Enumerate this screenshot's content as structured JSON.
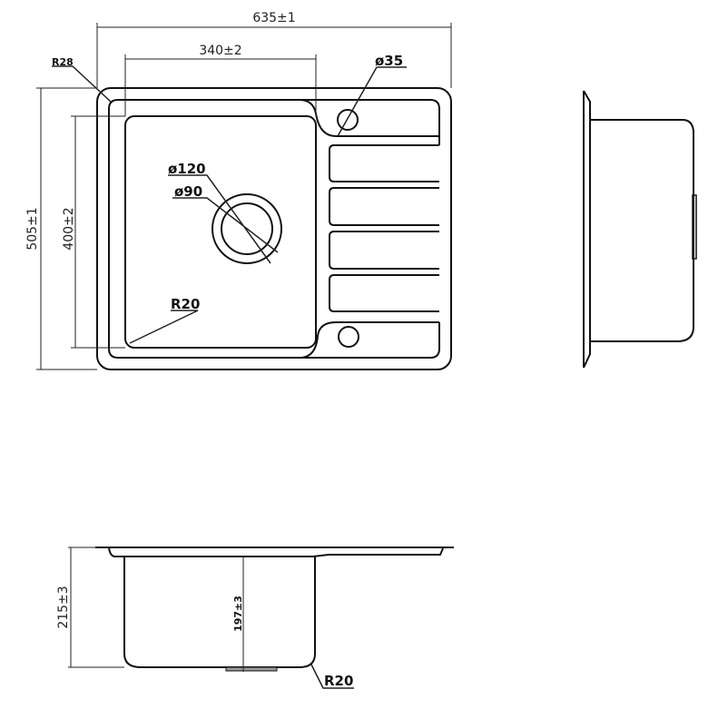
{
  "top_view": {
    "overall_width": "635±1",
    "bowl_width": "340±2",
    "overall_depth": "505±1",
    "bowl_length": "400±2",
    "corner_radius": "R28",
    "tap_hole": "ø35",
    "drain_outer": "ø120",
    "drain_inner": "ø90",
    "bowl_radius": "R20"
  },
  "front_view": {
    "total_height": "215±3",
    "bowl_depth": "197±3",
    "bottom_radius": "R20"
  }
}
